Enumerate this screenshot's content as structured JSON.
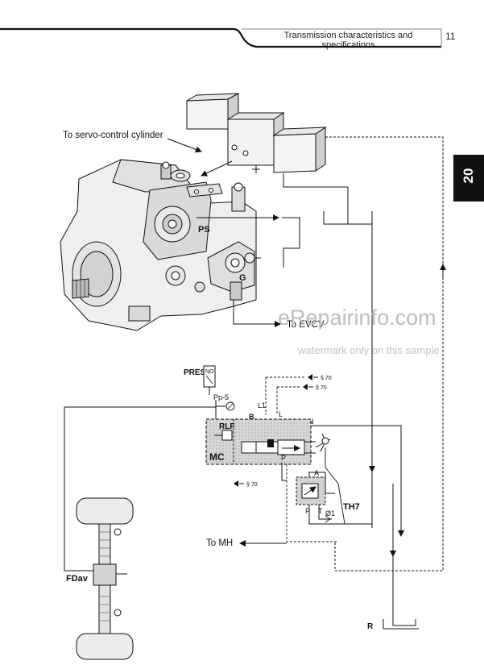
{
  "header": {
    "title_line1": "Transmission characteristics and",
    "title_line2": "specifications",
    "page_number": "11"
  },
  "section_tab": "20",
  "labels": {
    "servo": "To servo-control cylinder",
    "ps": "PS",
    "g": "G",
    "evcv": "To EVCV",
    "pres": "PRES",
    "no": "NO",
    "pp5": "Pp-5",
    "l1": "L1",
    "l": "L",
    "b": "B",
    "n": "N",
    "rlf": "RLF",
    "mc": "MC",
    "p_valve": "P",
    "a": "A",
    "th7": "TH7",
    "p_th": "P",
    "t_th": "T",
    "o1": "Ø1",
    "to_mh": "To MH",
    "fdav": "FDav",
    "r": "R",
    "ref1": "§ 70",
    "ref2": "§ 70",
    "ref3": "§ 70"
  },
  "watermark": {
    "main": "eRepairinfo.com",
    "sub": "watermark only on this sample"
  }
}
